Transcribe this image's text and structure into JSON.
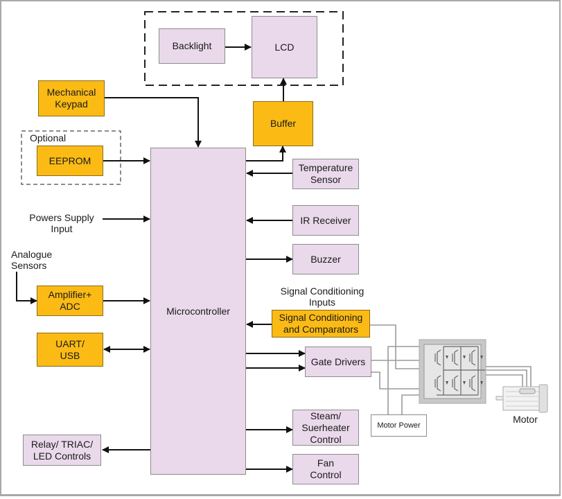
{
  "diagram": {
    "title": "Microcontroller System Block Diagram",
    "central_block": "Microcontroller",
    "display_group": {
      "backlight": "Backlight",
      "lcd": "LCD"
    },
    "blocks": {
      "buffer": "Buffer",
      "mechanical_keypad": "Mechanical\nKeypad",
      "optional_label": "Optional",
      "eeprom": "EEPROM",
      "power_supply_label": "Powers Supply\nInput",
      "analogue_sensors_label": "Analogue\nSensors",
      "amplifier_adc": "Amplifier+\nADC",
      "uart_usb": "UART/\nUSB",
      "relay_triac_led": "Relay/ TRIAC/\nLED Controls",
      "temperature_sensor": "Temperature\nSensor",
      "ir_receiver": "IR Receiver",
      "buzzer": "Buzzer",
      "signal_conditioning_label": "Signal Conditioning\nInputs",
      "signal_conditioning": "Signal Conditioning\nand Comparators",
      "gate_drivers": "Gate Drivers",
      "steam_superheater": "Steam/\nSuerheater\nControl",
      "fan_control": "Fan\nControl",
      "motor_power": "Motor Power",
      "motor": "Motor"
    },
    "colors": {
      "pink_block": "#ead9ea",
      "orange_block": "#fbbb14",
      "arrow": "#111111",
      "wire": "#9a9a9a"
    }
  }
}
